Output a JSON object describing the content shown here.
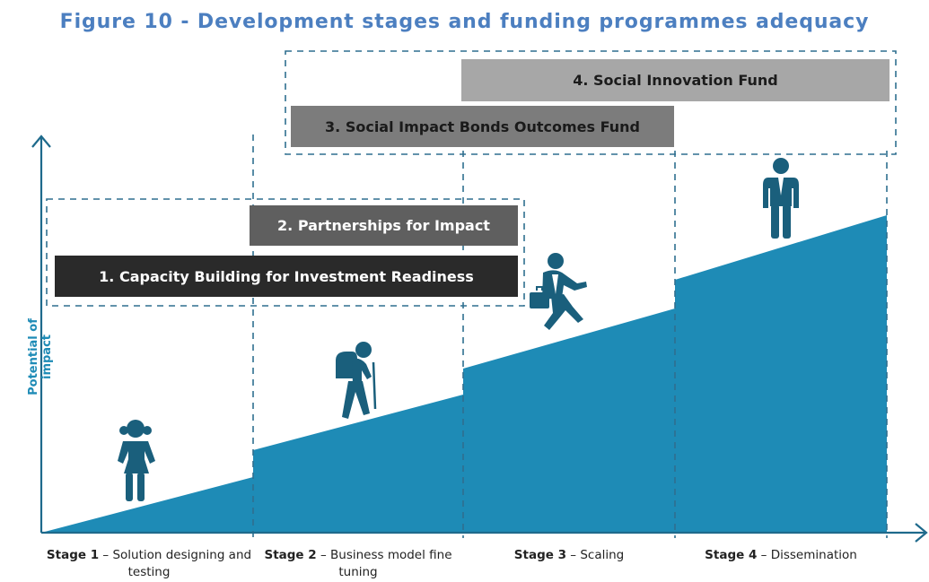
{
  "figure": {
    "title": "Figure 10 - Development stages and funding programmes adequacy",
    "y_axis_label": "Potential of impact"
  },
  "programmes": [
    {
      "label": "1. Capacity Building for Investment Readiness"
    },
    {
      "label": "2. Partnerships for Impact"
    },
    {
      "label": "3. Social Impact Bonds Outcomes Fund"
    },
    {
      "label": "4. Social Innovation Fund"
    }
  ],
  "stages": [
    {
      "name": "Stage 1",
      "desc": "– Solution designing and testing"
    },
    {
      "name": "Stage 2",
      "desc": "– Business model fine tuning"
    },
    {
      "name": "Stage 3",
      "desc": "– Scaling"
    },
    {
      "name": "Stage 4",
      "desc": "– Dissemination"
    }
  ],
  "colors": {
    "title": "#4c7fc0",
    "staircase": "#1e8bb6",
    "figure": "#1a5f7c",
    "dashed": "#2f6f8f",
    "axis": "#1e6a8c"
  },
  "icons": [
    "child-icon",
    "hiker-icon",
    "running-businessman-icon",
    "standing-businessman-icon"
  ]
}
